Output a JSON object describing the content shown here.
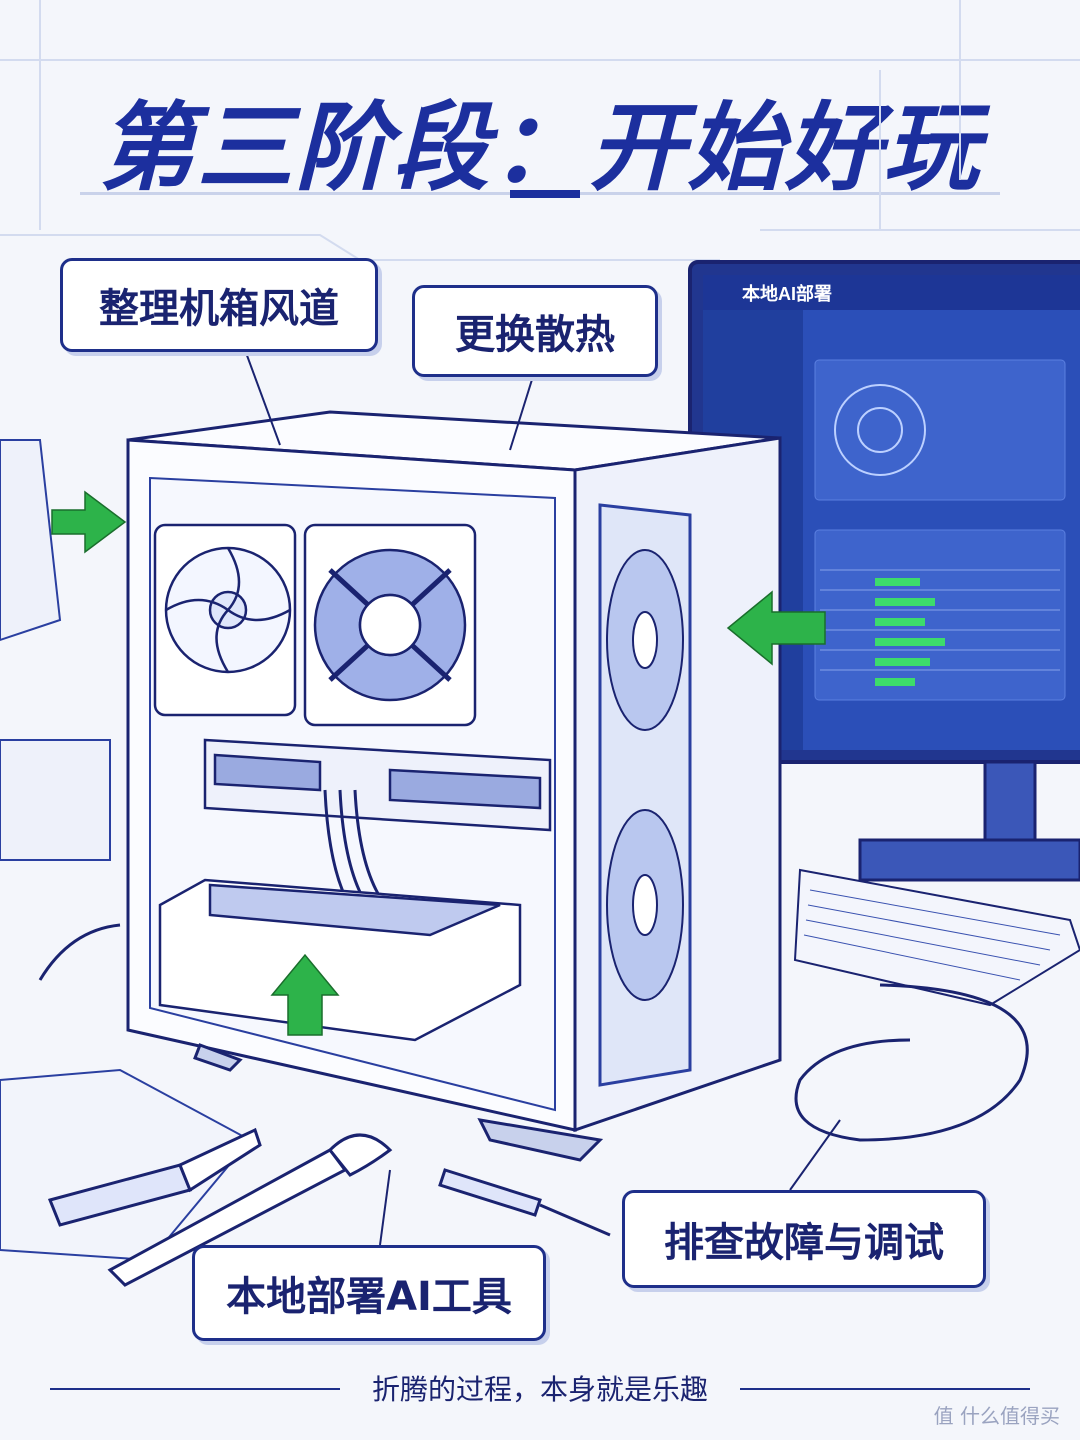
{
  "title": "第三阶段：开始好玩",
  "callouts": {
    "airflow": "整理机箱风道",
    "cooling": "更换散热",
    "local_ai": "本地部署AI工具",
    "debug": "排查故障与调试"
  },
  "monitor": {
    "app_title": "本地AI部署"
  },
  "footer": "折腾的过程，本身就是乐趣",
  "watermark": "值 什么值得买",
  "colors": {
    "primary": "#1c2f9e",
    "accent_green": "#2db34a",
    "screen_bg": "#1f3fa6"
  }
}
